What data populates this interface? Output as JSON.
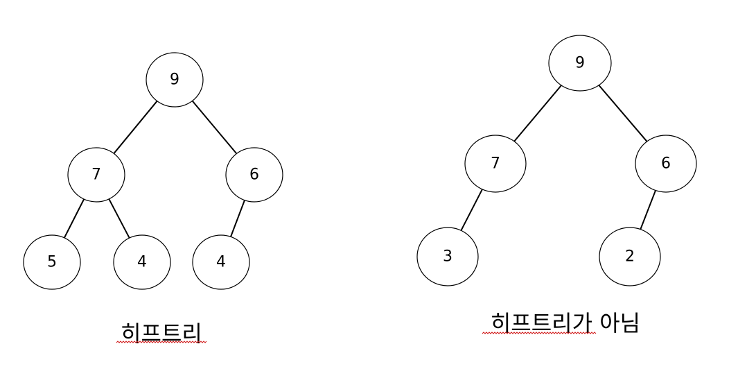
{
  "trees": [
    {
      "caption": "히프트리",
      "nodes": [
        {
          "id": "a9",
          "label": "9"
        },
        {
          "id": "a7",
          "label": "7"
        },
        {
          "id": "a6",
          "label": "6"
        },
        {
          "id": "a5",
          "label": "5"
        },
        {
          "id": "a4l",
          "label": "4"
        },
        {
          "id": "a4r",
          "label": "4"
        }
      ],
      "edges": [
        [
          "a9",
          "a7"
        ],
        [
          "a9",
          "a6"
        ],
        [
          "a7",
          "a5"
        ],
        [
          "a7",
          "a4l"
        ],
        [
          "a6",
          "a4r"
        ]
      ]
    },
    {
      "caption": "히프트리가 아님",
      "nodes": [
        {
          "id": "b9",
          "label": "9"
        },
        {
          "id": "b7",
          "label": "7"
        },
        {
          "id": "b6",
          "label": "6"
        },
        {
          "id": "b3",
          "label": "3"
        },
        {
          "id": "b2",
          "label": "2"
        }
      ],
      "edges": [
        [
          "b9",
          "b7"
        ],
        [
          "b9",
          "b6"
        ],
        [
          "b7",
          "b3"
        ],
        [
          "b6",
          "b2"
        ]
      ]
    }
  ],
  "colors": {
    "stroke": "#000000",
    "background": "#ffffff",
    "spellcheck_underline": "#d11a1a"
  }
}
